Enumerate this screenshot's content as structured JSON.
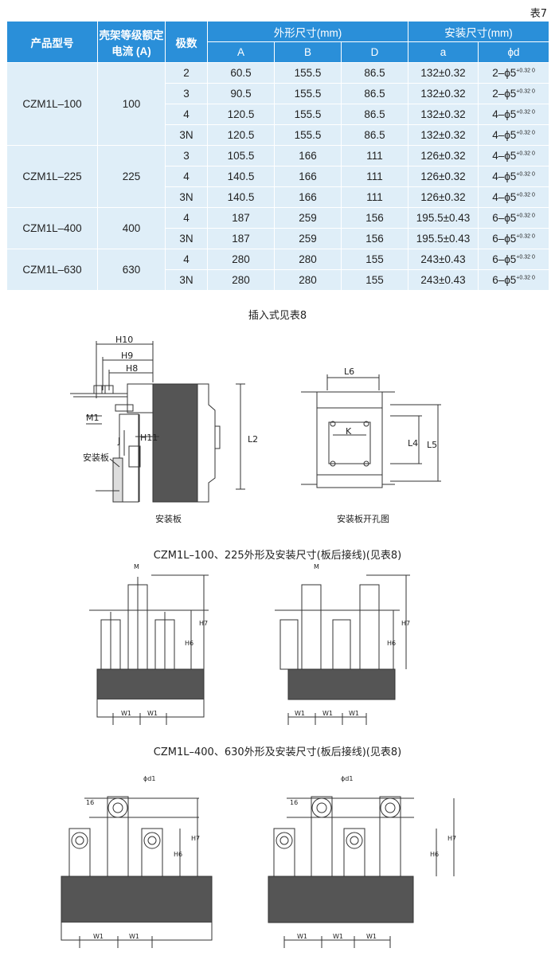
{
  "table_label": "表7",
  "headers": {
    "model": "产品型号",
    "frame": "壳架等级额定电流 (A)",
    "poles": "极数",
    "outer": "外形尺寸(mm)",
    "install": "安装尺寸(mm)",
    "A": "A",
    "B": "B",
    "D": "D",
    "a": "a",
    "phid": "ϕd"
  },
  "groups": [
    {
      "model": "CZM1L–100",
      "current": "100",
      "rows": [
        {
          "poles": "2",
          "A": "60.5",
          "B": "155.5",
          "D": "86.5",
          "a": "132±0.32",
          "hole": "2–ϕ5",
          "tol": "+0.32 0"
        },
        {
          "poles": "3",
          "A": "90.5",
          "B": "155.5",
          "D": "86.5",
          "a": "132±0.32",
          "hole": "2–ϕ5",
          "tol": "+0.32 0"
        },
        {
          "poles": "4",
          "A": "120.5",
          "B": "155.5",
          "D": "86.5",
          "a": "132±0.32",
          "hole": "4–ϕ5",
          "tol": "+0.32 0"
        },
        {
          "poles": "3N",
          "A": "120.5",
          "B": "155.5",
          "D": "86.5",
          "a": "132±0.32",
          "hole": "4–ϕ5",
          "tol": "+0.32 0"
        }
      ]
    },
    {
      "model": "CZM1L–225",
      "current": "225",
      "rows": [
        {
          "poles": "3",
          "A": "105.5",
          "B": "166",
          "D": "111",
          "a": "126±0.32",
          "hole": "4–ϕ5",
          "tol": "+0.32 0"
        },
        {
          "poles": "4",
          "A": "140.5",
          "B": "166",
          "D": "111",
          "a": "126±0.32",
          "hole": "4–ϕ5",
          "tol": "+0.32 0"
        },
        {
          "poles": "3N",
          "A": "140.5",
          "B": "166",
          "D": "111",
          "a": "126±0.32",
          "hole": "4–ϕ5",
          "tol": "+0.32 0"
        }
      ]
    },
    {
      "model": "CZM1L–400",
      "current": "400",
      "rows": [
        {
          "poles": "4",
          "A": "187",
          "B": "259",
          "D": "156",
          "a": "195.5±0.43",
          "hole": "6–ϕ5",
          "tol": "+0.32 0"
        },
        {
          "poles": "3N",
          "A": "187",
          "B": "259",
          "D": "156",
          "a": "195.5±0.43",
          "hole": "6–ϕ5",
          "tol": "+0.32 0"
        }
      ]
    },
    {
      "model": "CZM1L–630",
      "current": "630",
      "rows": [
        {
          "poles": "4",
          "A": "280",
          "B": "280",
          "D": "155",
          "a": "243±0.43",
          "hole": "6–ϕ5",
          "tol": "+0.32 0"
        },
        {
          "poles": "3N",
          "A": "280",
          "B": "280",
          "D": "155",
          "a": "243±0.43",
          "hole": "6–ϕ5",
          "tol": "+0.32 0"
        }
      ]
    }
  ],
  "captions": {
    "plugin": "插入式见表8",
    "section1": "CZM1L–100、225外形及安装尺寸(板后接线)(见表8)",
    "section2": "CZM1L–400、630外形及安装尺寸(板后接线)(见表8)"
  },
  "drawing1": {
    "labels": {
      "H10": "H10",
      "H9": "H9",
      "H8": "H8",
      "M1": "M1",
      "J": "J",
      "H11": "H11",
      "L2": "L2",
      "panel": "安装板",
      "caption": "安装板"
    }
  },
  "drawing2": {
    "labels": {
      "L6": "L6",
      "K": "K",
      "L4": "L4",
      "L5": "L5",
      "caption": "安装板开孔图"
    }
  },
  "drawing3": {
    "labels": {
      "M": "M",
      "H6": "H6",
      "H7": "H7",
      "W1": "W1"
    }
  },
  "drawing4": {
    "labels": {
      "d1": "ϕd1",
      "r16": "16",
      "H6": "H6",
      "H7": "H7",
      "W1": "W1"
    }
  }
}
